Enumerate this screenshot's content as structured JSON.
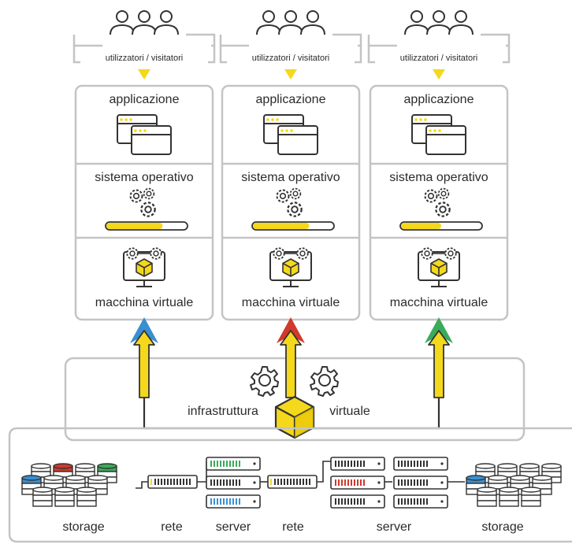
{
  "columns": [
    {
      "users_label": "utilizzatori / visitatori",
      "layers": [
        "applicazione",
        "sistema operativo",
        "macchina virtuale"
      ],
      "os_progress": 0.7,
      "arrow_color": "#3a8fd1"
    },
    {
      "users_label": "utilizzatori / visitatori",
      "layers": [
        "applicazione",
        "sistema operativo",
        "macchina virtuale"
      ],
      "os_progress": 0.7,
      "arrow_color": "#d0392b"
    },
    {
      "users_label": "utilizzatori / visitatori",
      "layers": [
        "applicazione",
        "sistema operativo",
        "macchina virtuale"
      ],
      "os_progress": 0.5,
      "arrow_color": "#3aab5a"
    }
  ],
  "infrastructure": {
    "left_label": "infrastruttura",
    "right_label": "virtuale"
  },
  "hardware_labels": [
    "storage",
    "rete",
    "server",
    "rete",
    "server",
    "storage"
  ],
  "colors": {
    "accent_yellow": "#f4d81c",
    "yellow_dark": "#d9b800",
    "border_gray": "#c4c4c4",
    "icon_stroke": "#333333",
    "blue": "#3a8fd1",
    "red": "#d0392b",
    "green": "#3aab5a"
  }
}
